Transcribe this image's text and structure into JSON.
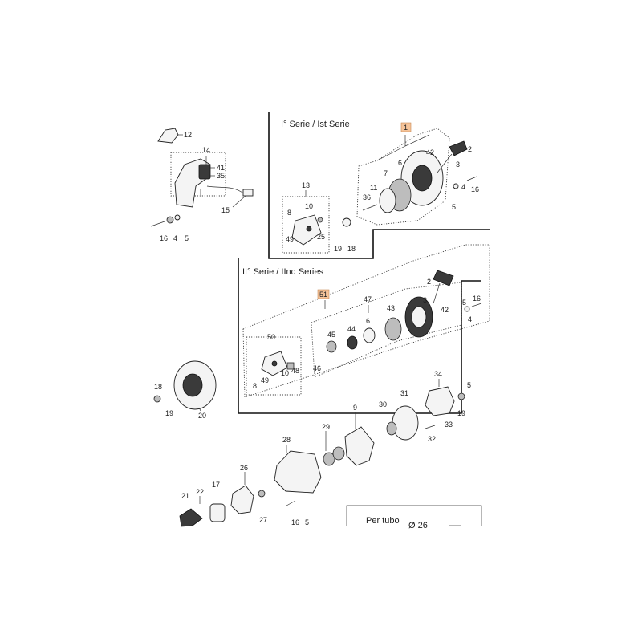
{
  "sections": {
    "first_series": "I° Serie / Ist Serie",
    "second_series": "II° Serie / IInd Series"
  },
  "inset": {
    "title": "Per tubo",
    "diameter": "Ø 26"
  },
  "callouts": [
    {
      "id": "c12",
      "text": "12"
    },
    {
      "id": "c14",
      "text": "14"
    },
    {
      "id": "c41",
      "text": "41"
    },
    {
      "id": "c35",
      "text": "35"
    },
    {
      "id": "c15",
      "text": "15"
    },
    {
      "id": "c16a",
      "text": "16"
    },
    {
      "id": "c4a",
      "text": "4"
    },
    {
      "id": "c5a",
      "text": "5"
    },
    {
      "id": "c13",
      "text": "13"
    },
    {
      "id": "c10a",
      "text": "10"
    },
    {
      "id": "c8a",
      "text": "8"
    },
    {
      "id": "c49a",
      "text": "49"
    },
    {
      "id": "c25",
      "text": "25"
    },
    {
      "id": "c19a",
      "text": "19"
    },
    {
      "id": "c18a",
      "text": "18"
    },
    {
      "id": "c1",
      "text": "1"
    },
    {
      "id": "c42a",
      "text": "42"
    },
    {
      "id": "c2a",
      "text": "2"
    },
    {
      "id": "c3a",
      "text": "3"
    },
    {
      "id": "c6a",
      "text": "6"
    },
    {
      "id": "c7",
      "text": "7"
    },
    {
      "id": "c11",
      "text": "11"
    },
    {
      "id": "c36",
      "text": "36"
    },
    {
      "id": "c4b",
      "text": "4"
    },
    {
      "id": "c5b",
      "text": "5"
    },
    {
      "id": "c16b",
      "text": "16"
    },
    {
      "id": "c51",
      "text": "51"
    },
    {
      "id": "c47",
      "text": "47"
    },
    {
      "id": "c2b",
      "text": "2"
    },
    {
      "id": "c3b",
      "text": "3"
    },
    {
      "id": "c42b",
      "text": "42"
    },
    {
      "id": "c43",
      "text": "43"
    },
    {
      "id": "c5c",
      "text": "5"
    },
    {
      "id": "c16c",
      "text": "16"
    },
    {
      "id": "c4c",
      "text": "4"
    },
    {
      "id": "c50",
      "text": "50"
    },
    {
      "id": "c45",
      "text": "45"
    },
    {
      "id": "c44",
      "text": "44"
    },
    {
      "id": "c6b",
      "text": "6"
    },
    {
      "id": "c46",
      "text": "46"
    },
    {
      "id": "c8b",
      "text": "8"
    },
    {
      "id": "c49b",
      "text": "49"
    },
    {
      "id": "c10b",
      "text": "10"
    },
    {
      "id": "c48",
      "text": "48"
    },
    {
      "id": "c18b",
      "text": "18"
    },
    {
      "id": "c19b",
      "text": "19"
    },
    {
      "id": "c20",
      "text": "20"
    },
    {
      "id": "c34",
      "text": "34"
    },
    {
      "id": "c31",
      "text": "31"
    },
    {
      "id": "c30",
      "text": "30"
    },
    {
      "id": "c5d",
      "text": "5"
    },
    {
      "id": "c19c",
      "text": "19"
    },
    {
      "id": "c33",
      "text": "33"
    },
    {
      "id": "c32",
      "text": "32"
    },
    {
      "id": "c9",
      "text": "9"
    },
    {
      "id": "c29",
      "text": "29"
    },
    {
      "id": "c28",
      "text": "28"
    },
    {
      "id": "c26",
      "text": "26"
    },
    {
      "id": "c22",
      "text": "22"
    },
    {
      "id": "c17",
      "text": "17"
    },
    {
      "id": "c21",
      "text": "21"
    },
    {
      "id": "c27",
      "text": "27"
    },
    {
      "id": "c16d",
      "text": "16"
    },
    {
      "id": "c5e",
      "text": "5"
    }
  ]
}
